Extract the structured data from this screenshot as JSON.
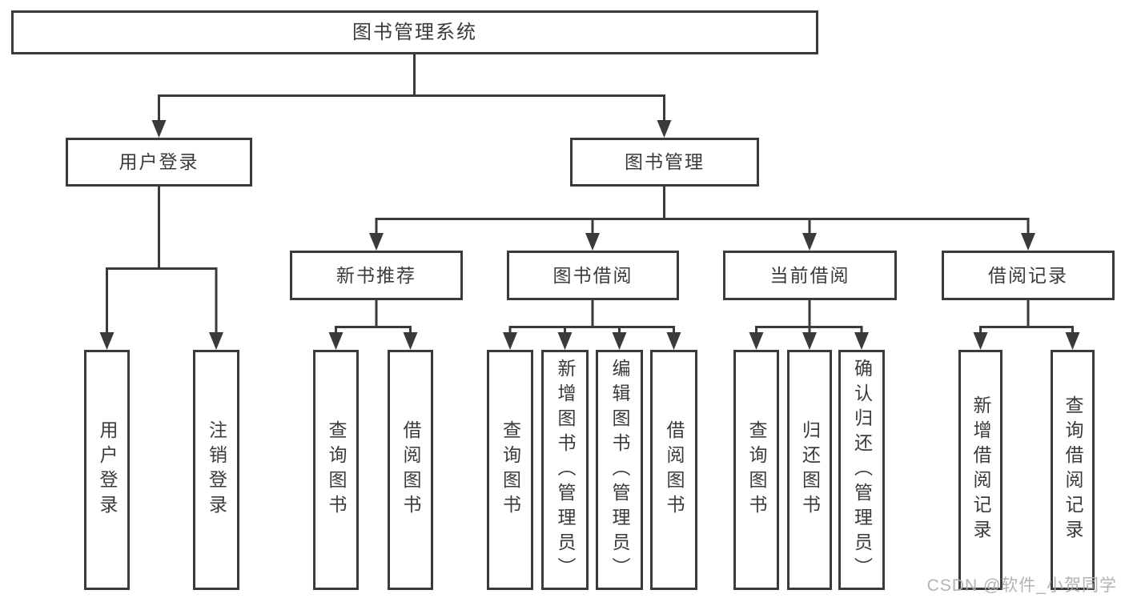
{
  "colors": {
    "line": "#3a3a3a",
    "text": "#3b3b3b",
    "background": "#ffffff",
    "watermark": "#acacac"
  },
  "watermark": {
    "text": "CSDN @软件_小贺同学"
  },
  "diagram": {
    "root": {
      "label": "图书管理系统"
    },
    "branches": {
      "user_login": {
        "label": "用户登录",
        "children": [
          "用户登录",
          "注销登录"
        ]
      },
      "book_management": {
        "label": "图书管理",
        "sections": {
          "new_book_recommendation": {
            "label": "新书推荐",
            "children": [
              "查询图书",
              "借阅图书"
            ]
          },
          "book_borrowing": {
            "label": "图书借阅",
            "children": [
              "查询图书",
              "新增图书（管理员）",
              "编辑图书（管理员）",
              "借阅图书"
            ]
          },
          "current_borrowing": {
            "label": "当前借阅",
            "children": [
              "查询图书",
              "归还图书",
              "确认归还（管理员）"
            ]
          },
          "borrowing_records": {
            "label": "借阅记录",
            "children": [
              "新增借阅记录",
              "查询借阅记录"
            ]
          }
        }
      }
    }
  }
}
